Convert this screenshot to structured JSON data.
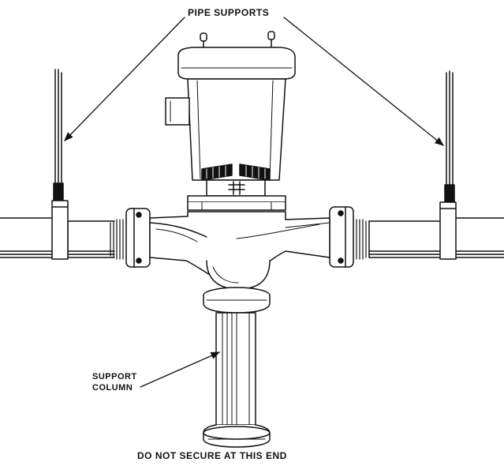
{
  "labels": {
    "pipe_supports": "PIPE SUPPORTS",
    "support_column_line1": "SUPPORT",
    "support_column_line2": "COLUMN",
    "bottom_note": "DO NOT SECURE AT THIS END"
  },
  "colors": {
    "ink": "#111111",
    "background": "#ffffff"
  }
}
